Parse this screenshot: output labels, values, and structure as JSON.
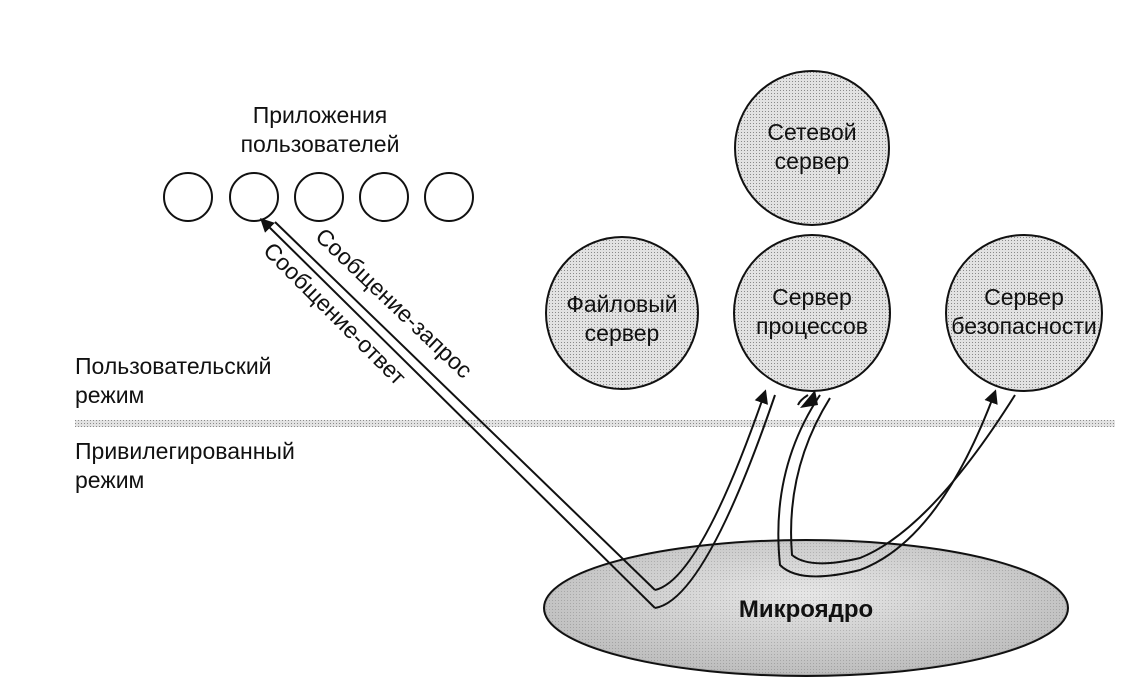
{
  "user_apps": {
    "label_line1": "Приложения",
    "label_line2": "пользователей",
    "count": 5
  },
  "servers": {
    "network": {
      "line1": "Сетевой",
      "line2": "сервер"
    },
    "file": {
      "line1": "Файловый",
      "line2": "сервер"
    },
    "process": {
      "line1": "Сервер",
      "line2": "процессов"
    },
    "security": {
      "line1": "Сервер",
      "line2": "безопасности"
    }
  },
  "modes": {
    "user": {
      "line1": "Пользовательский",
      "line2": "режим"
    },
    "privileged": {
      "line1": "Привилегированный",
      "line2": "режим"
    }
  },
  "kernel": {
    "label": "Микроядро"
  },
  "messages": {
    "request": "Сообщение-запрос",
    "reply": "Сообщение-ответ"
  },
  "colors": {
    "server_fill": "#d0d0d0",
    "kernel_fill": "#c4c4c4",
    "divider": "#9a9a9a",
    "stroke": "#111111"
  }
}
